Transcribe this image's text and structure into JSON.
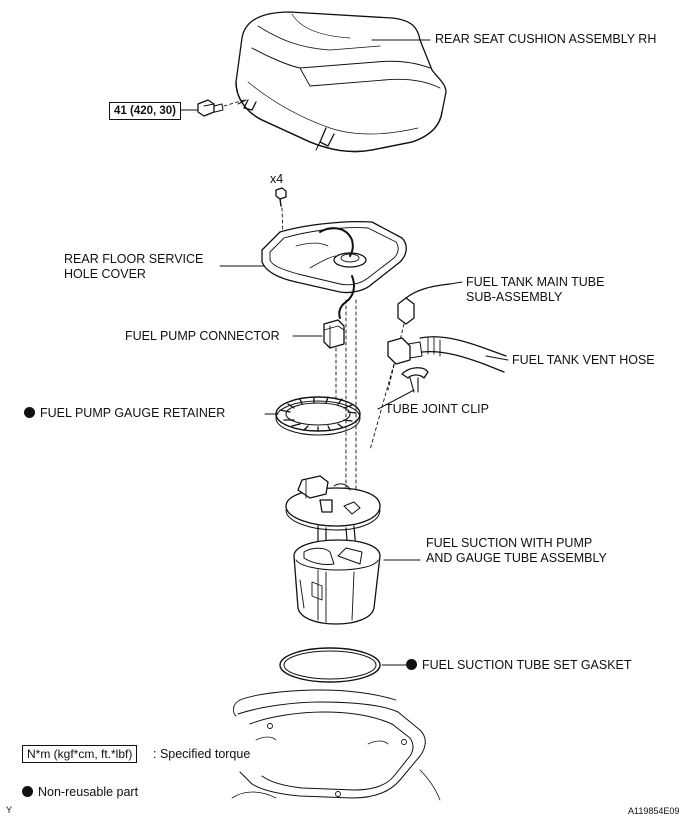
{
  "labels": {
    "seat": "REAR SEAT CUSHION ASSEMBLY RH",
    "torque_value": "41 (420, 30)",
    "bolt_count": "x4",
    "cover_line1": "REAR FLOOR SERVICE",
    "cover_line2": "HOLE COVER",
    "main_tube_line1": "FUEL TANK MAIN TUBE",
    "main_tube_line2": "SUB-ASSEMBLY",
    "connector": "FUEL PUMP CONNECTOR",
    "vent_hose": "FUEL TANK VENT HOSE",
    "retainer": "FUEL PUMP GAUGE RETAINER",
    "clip": "TUBE JOINT CLIP",
    "pump_line1": "FUEL SUCTION WITH PUMP",
    "pump_line2": "AND GAUGE TUBE ASSEMBLY",
    "gasket": "FUEL SUCTION TUBE SET GASKET"
  },
  "legend": {
    "torque_box": "N*m (kgf*cm, ft.*lbf)",
    "torque_desc": ": Specified torque",
    "nonreusable": "Non-reusable part"
  },
  "corner": {
    "left": "Y",
    "right": "A119854E09"
  }
}
